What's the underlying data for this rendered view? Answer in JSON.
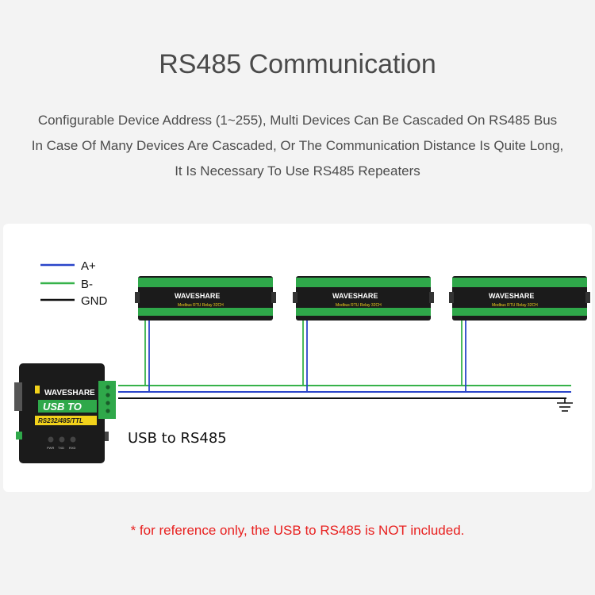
{
  "header": {
    "title": "RS485 Communication",
    "lines": [
      "Configurable Device Address (1~255), Multi Devices Can Be Cascaded On RS485 Bus",
      "In Case Of Many Devices Are Cascaded, Or The Communication Distance Is Quite Long,",
      "It Is Necessary To Use RS485 Repeaters"
    ]
  },
  "legend": [
    {
      "label": "A+",
      "color": "#2a45c9"
    },
    {
      "label": "B-",
      "color": "#36b24a"
    },
    {
      "label": "GND",
      "color": "#111111"
    }
  ],
  "relay_module": {
    "brand": "WAVESHARE",
    "subtitle": "Modbus RTU Relay 32CH"
  },
  "converter": {
    "brand": "WAVESHARE",
    "line1": "USB TO",
    "line2": "RS232/485/TTL",
    "leds": [
      "PWR",
      "TXD",
      "RXD"
    ],
    "label": "USB to RS485"
  },
  "footnote": "* for reference only, the USB to RS485 is NOT included.",
  "colors": {
    "bg": "#f3f3f3",
    "panel": "#ffffff",
    "device_body": "#1b1b1b",
    "terminal_green": "#2fa84a",
    "accent_yellow": "#f2d21b",
    "footnote_red": "#e8201f"
  }
}
